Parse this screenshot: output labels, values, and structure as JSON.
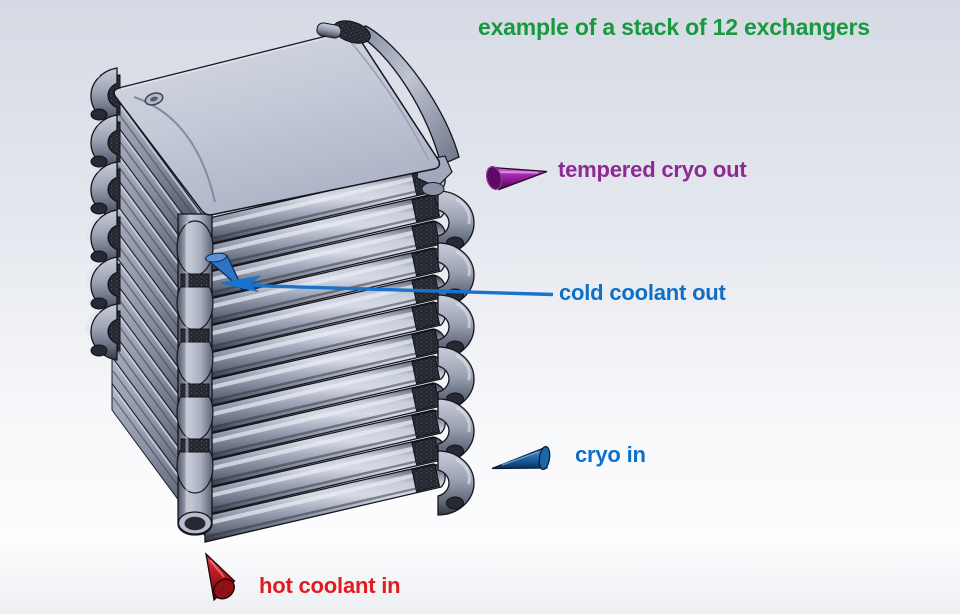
{
  "figure": {
    "title": "example of a stack of 12 exchangers",
    "title_color": "#16993f",
    "exchanger_count": 12,
    "annotations": [
      {
        "id": "tempered-cryo-out",
        "label": "tempered cryo out",
        "color": "#8c2a94",
        "marker": "purple-cone-pointing-right"
      },
      {
        "id": "cold-coolant-out",
        "label": "cold coolant out",
        "color": "#0d6fc8",
        "marker": "blue-leader-arrow-to-port"
      },
      {
        "id": "cryo-in",
        "label": "cryo in",
        "color": "#0d6fc8",
        "marker": "blue-cone-pointing-left"
      },
      {
        "id": "hot-coolant-in",
        "label": "hot coolant in",
        "color": "#e31b20",
        "marker": "red-cone-pointing-up-left"
      }
    ],
    "model_colors": {
      "body": "#aab1c3",
      "edges": "#14161d",
      "arrow_blue": "#1873cc",
      "background_top": "#d6dae4",
      "background_bottom": "#edeff3"
    }
  }
}
